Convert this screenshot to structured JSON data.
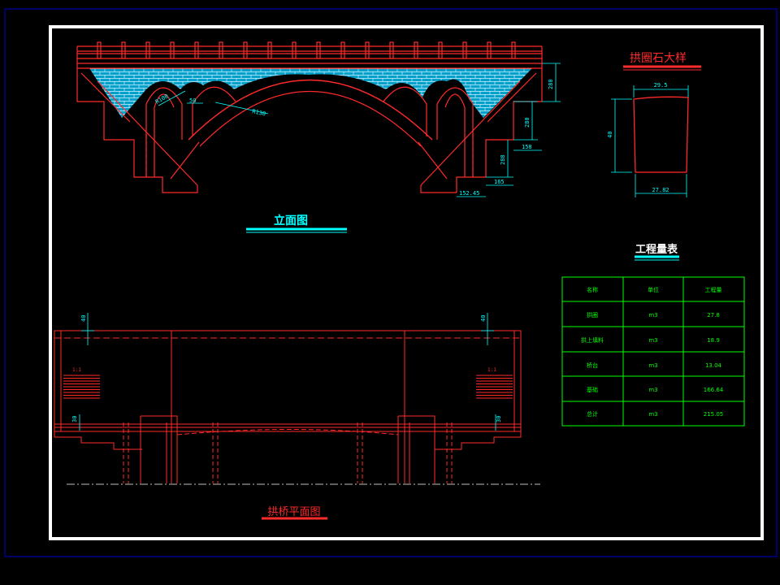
{
  "drawing": {
    "elevation_title": "立面图",
    "plan_title": "拱桥平面图",
    "detail_title": "拱圈石大样",
    "table_title": "工程量表"
  },
  "elevation": {
    "dims": {
      "r_small": "R100",
      "gap": "50",
      "r_big": "R130",
      "h_top": "280",
      "h_mid": "280",
      "h_low": "288",
      "w_158": "158",
      "w_165": "165",
      "w_bottom": "152.45"
    }
  },
  "detail": {
    "top_width": "29.5",
    "height": "40",
    "bottom_width": "27.82"
  },
  "plan": {
    "dim_left": "40",
    "dim_right": "40",
    "slope_left": "1:1",
    "slope_right": "1:1",
    "dim_low_left": "30",
    "dim_low_right": "30"
  },
  "quantity_table": {
    "headers": [
      "名称",
      "单位",
      "工程量"
    ],
    "rows": [
      [
        "拱圈",
        "m3",
        "27.8"
      ],
      [
        "拱上填料",
        "m3",
        "18.9"
      ],
      [
        "桥台",
        "m3",
        "13.04"
      ],
      [
        "基础",
        "m3",
        "166.64"
      ],
      [
        "总计",
        "m3",
        "215.05"
      ]
    ]
  },
  "colors": {
    "frame": "#ffffff",
    "outer_border": "#0000cc",
    "structure": "#ff2a2a",
    "dimension": "#00ffff",
    "table": "#00ff00",
    "fill": "#00a0c8"
  }
}
